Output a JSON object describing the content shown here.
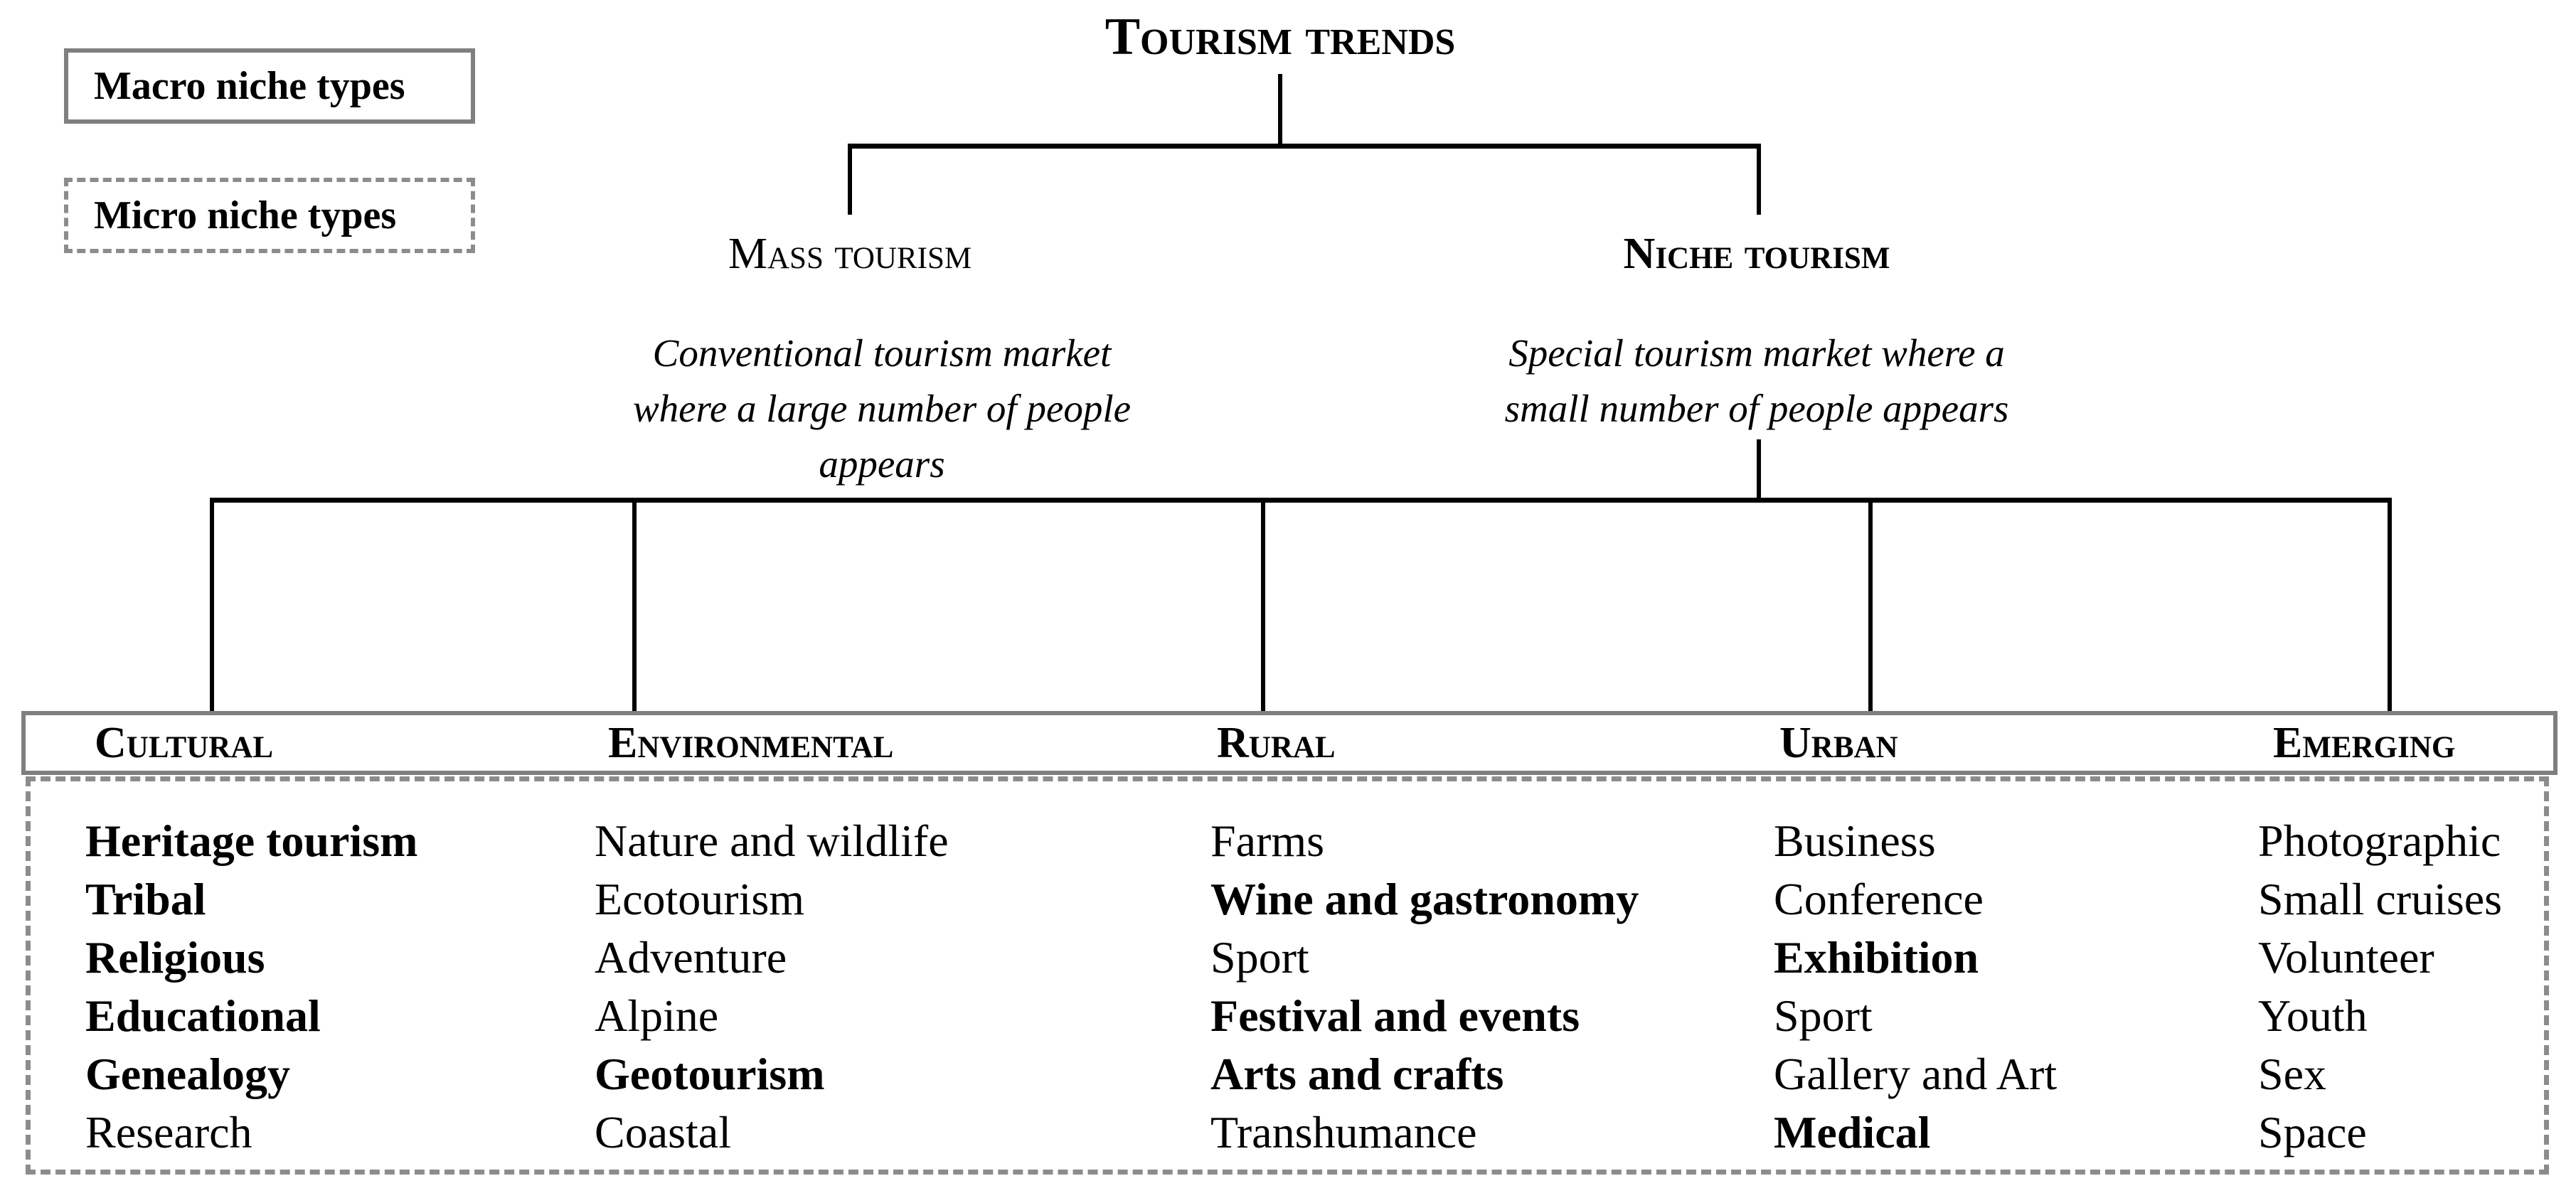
{
  "title": "Tourism trends",
  "legend": {
    "macro_label": "Macro niche types",
    "micro_label": "Micro niche types"
  },
  "branches": {
    "mass": {
      "label": "Mass tourism",
      "description_lines": [
        "Conventional tourism market",
        "where a large number of people",
        "appears"
      ]
    },
    "niche": {
      "label": "Niche tourism",
      "description_lines": [
        "Special tourism market where a",
        "small number of people appears"
      ]
    }
  },
  "categories": [
    {
      "label": "Cultural",
      "items": [
        {
          "text": "Heritage tourism",
          "bold": true
        },
        {
          "text": "Tribal",
          "bold": true
        },
        {
          "text": "Religious",
          "bold": true
        },
        {
          "text": "Educational",
          "bold": true
        },
        {
          "text": "Genealogy",
          "bold": true
        },
        {
          "text": "Research",
          "bold": false
        }
      ]
    },
    {
      "label": "Environmental",
      "items": [
        {
          "text": "Nature and wildlife",
          "bold": false
        },
        {
          "text": "Ecotourism",
          "bold": false
        },
        {
          "text": "Adventure",
          "bold": false
        },
        {
          "text": "Alpine",
          "bold": false
        },
        {
          "text": "Geotourism",
          "bold": true
        },
        {
          "text": "Coastal",
          "bold": false
        }
      ]
    },
    {
      "label": "Rural",
      "items": [
        {
          "text": "Farms",
          "bold": false
        },
        {
          "text": "Wine and gastronomy",
          "bold": true
        },
        {
          "text": "Sport",
          "bold": false
        },
        {
          "text": "Festival and events",
          "bold": true
        },
        {
          "text": "Arts and crafts",
          "bold": true
        },
        {
          "text": "Transhumance",
          "bold": false
        }
      ]
    },
    {
      "label": "Urban",
      "items": [
        {
          "text": "Business",
          "bold": false
        },
        {
          "text": "Conference",
          "bold": false
        },
        {
          "text": "Exhibition",
          "bold": true
        },
        {
          "text": "Sport",
          "bold": false
        },
        {
          "text": "Gallery and Art",
          "bold": false
        },
        {
          "text": "Medical",
          "bold": true
        }
      ]
    },
    {
      "label": "Emerging",
      "items": [
        {
          "text": "Photographic",
          "bold": false
        },
        {
          "text": "Small cruises",
          "bold": false
        },
        {
          "text": "Volunteer",
          "bold": false
        },
        {
          "text": "Youth",
          "bold": false
        },
        {
          "text": "Sex",
          "bold": false
        },
        {
          "text": "Space",
          "bold": false
        }
      ]
    }
  ],
  "colors": {
    "background": "#ffffff",
    "text": "#000000",
    "connector_line": "#000000",
    "macro_box_border": "#7f7f7f",
    "micro_box_border": "#8c8c8c"
  }
}
